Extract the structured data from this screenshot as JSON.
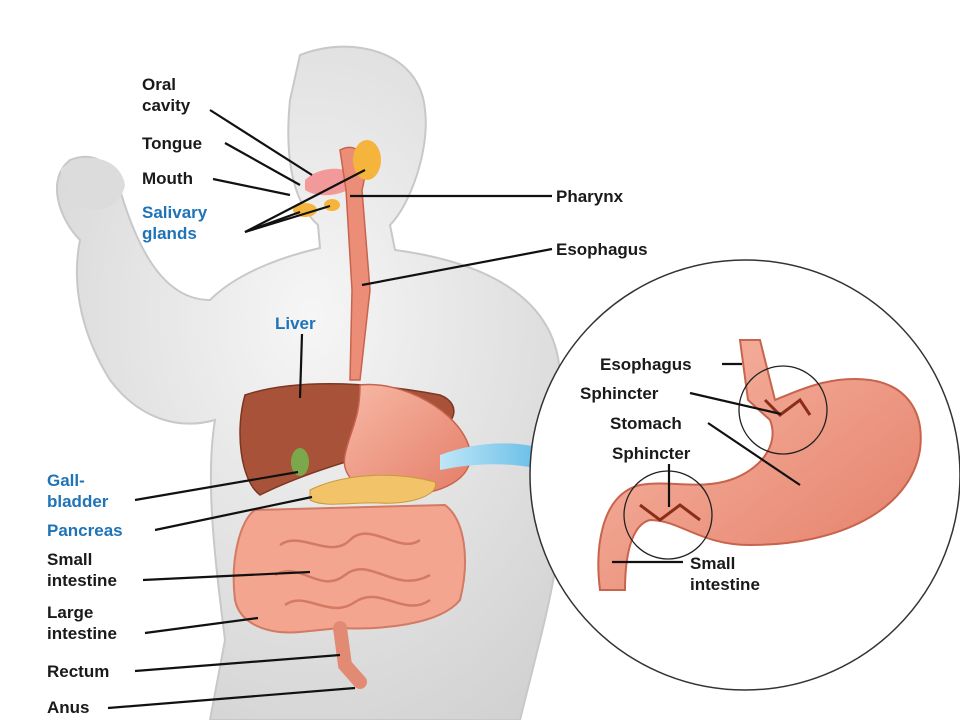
{
  "colors": {
    "label_default": "#1a1a1a",
    "label_accessory": "#1f73b7",
    "skin": "#e9e9e9",
    "organ_pink": "#f0a08c",
    "liver": "#a8523a",
    "gland": "#f5b53c",
    "arrow": "#5bbbe8"
  },
  "labels": {
    "oral_cavity": [
      "Oral",
      "cavity"
    ],
    "tongue": "Tongue",
    "mouth": "Mouth",
    "salivary_glands": [
      "Salivary",
      "glands"
    ],
    "pharynx": "Pharynx",
    "esophagus": "Esophagus",
    "liver": "Liver",
    "gallbladder": [
      "Gall-",
      "bladder"
    ],
    "pancreas": "Pancreas",
    "small_intestine": [
      "Small",
      "intestine"
    ],
    "large_intestine": [
      "Large",
      "intestine"
    ],
    "rectum": "Rectum",
    "anus": "Anus"
  },
  "inset": {
    "esophagus": "Esophagus",
    "sphincter_top": "Sphincter",
    "stomach": "Stomach",
    "sphincter_bottom": "Sphincter",
    "small_intestine": [
      "Small",
      "intestine"
    ]
  }
}
